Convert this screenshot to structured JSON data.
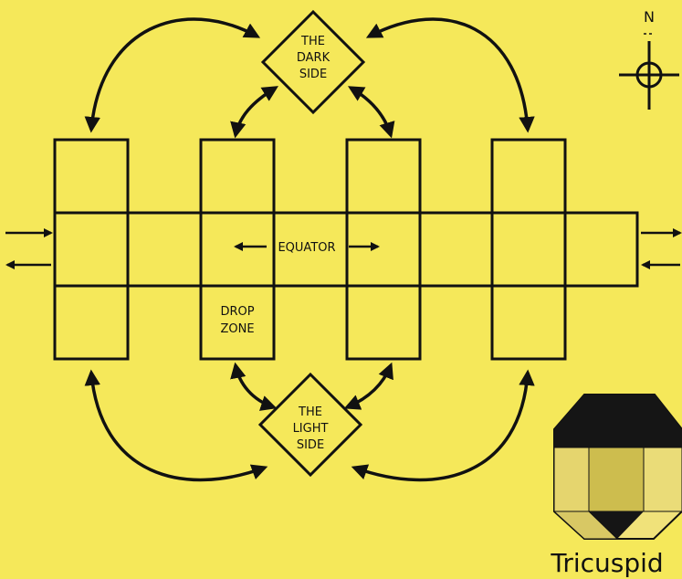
{
  "colors": {
    "background": "#f5e85a",
    "ink": "#111111",
    "crystal_dark": "#1a1a1a",
    "crystal_light": "#e8d96a",
    "crystal_mid": "#c9b94a"
  },
  "compass": {
    "north_label": "N"
  },
  "dark_side": {
    "line1": "THE",
    "line2": "DARK",
    "line3": "SIDE"
  },
  "light_side": {
    "line1": "THE",
    "line2": "LIGHT",
    "line3": "SIDE"
  },
  "equator": {
    "label": "EQUATOR"
  },
  "drop_zone": {
    "line1": "DROP",
    "line2": "ZONE"
  },
  "crystal": {
    "caption": "Tricuspid",
    "icon": "tricuspid-crystal-icon"
  },
  "icons": [
    "compass-icon",
    "arrow-icon"
  ]
}
